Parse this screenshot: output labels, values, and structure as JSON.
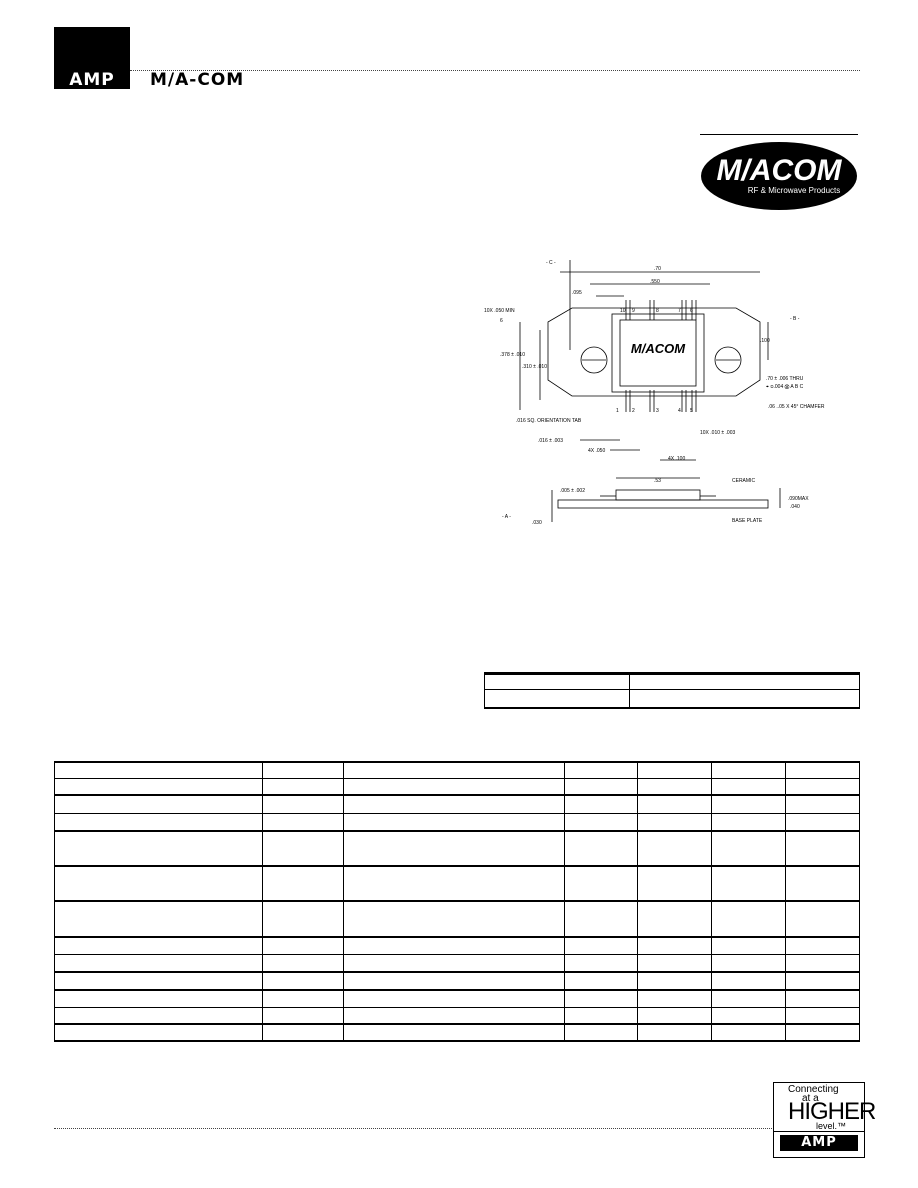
{
  "header": {
    "amp_brand": "AMP",
    "company": "M/A-COM"
  },
  "logo": {
    "name": "M/ACOM",
    "tagline": "RF & Microwave Products"
  },
  "drawing": {
    "labels": {
      "datum_c": "- C -",
      "datum_b": "- B -",
      "datum_a": "- A -",
      "overall_width": ".70",
      "inner_width": ".550",
      "lead_offset": ".095",
      "lead_width": "10X .050 MIN",
      "lead_6": "6",
      "height_outer": ".378 ± .010",
      "height_inner": ".310 ± .010",
      "hole_offset": ".100",
      "mount_hole": ".70 ± .006 THRU",
      "tolerance_frame": "⌖ ⌀.004 Ⓜ A B C",
      "corner_chamfer": ".06 ..05 X 45° CHAMFER",
      "orientation_tab": ".016 SQ. ORIENTATION TAB",
      "tab_offset": ".016 ± .003",
      "lead_pitch": "4X .050",
      "lead_thickness": "10X .010 ± .003",
      "lead_spacing": "4X .100",
      "seating_gap": ".005 ± .002",
      "body_length": ".53",
      "ceramic": "CERAMIC",
      "max_height": ".090MAX",
      "flange_thickness": ".040",
      "base_thickness": ".030",
      "base_plate": "BASE PLATE",
      "body_mark": "M/ACOM"
    },
    "pins_top": [
      "10",
      "9",
      "8",
      "7",
      "6"
    ],
    "pins_bottom": [
      "1",
      "2",
      "3",
      "4",
      "5"
    ]
  },
  "footer": {
    "tag1": "Connecting",
    "tag2": "at a",
    "tag3": "HIGHER",
    "tag4": "level.™",
    "amp_brand": "AMP"
  }
}
